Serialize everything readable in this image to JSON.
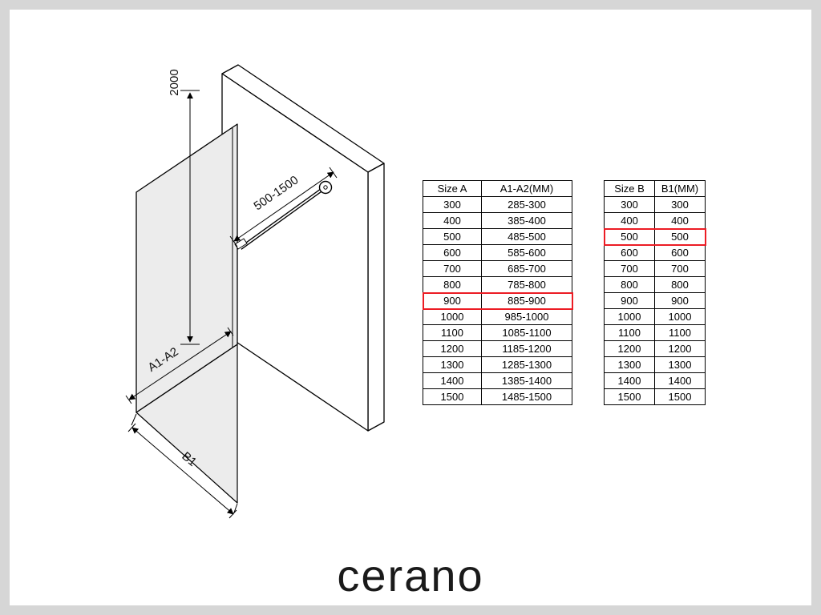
{
  "window": {
    "background": "#d6d6d6",
    "surface": "#ffffff"
  },
  "brand": {
    "logo_text": "cerano"
  },
  "diagram": {
    "labels": {
      "height": "2000",
      "bar_length_range": "500-1500",
      "glass_width": "A1-A2",
      "entry_width": "B1"
    },
    "colors": {
      "glass_fill": "#ececec",
      "wall_fill": "#ffffff",
      "line": "#000000"
    }
  },
  "tables": [
    {
      "headers": [
        "Size  A",
        "A1-A2(MM)"
      ],
      "rows": [
        [
          "300",
          "285-300"
        ],
        [
          "400",
          "385-400"
        ],
        [
          "500",
          "485-500"
        ],
        [
          "600",
          "585-600"
        ],
        [
          "700",
          "685-700"
        ],
        [
          "800",
          "785-800"
        ],
        [
          "900",
          "885-900"
        ],
        [
          "1000",
          "985-1000"
        ],
        [
          "1100",
          "1085-1100"
        ],
        [
          "1200",
          "1185-1200"
        ],
        [
          "1300",
          "1285-1300"
        ],
        [
          "1400",
          "1385-1400"
        ],
        [
          "1500",
          "1485-1500"
        ]
      ],
      "highlight_row": 6,
      "highlight_color": "#ec1c24"
    },
    {
      "headers": [
        "Size B",
        "B1(MM)"
      ],
      "rows": [
        [
          "300",
          "300"
        ],
        [
          "400",
          "400"
        ],
        [
          "500",
          "500"
        ],
        [
          "600",
          "600"
        ],
        [
          "700",
          "700"
        ],
        [
          "800",
          "800"
        ],
        [
          "900",
          "900"
        ],
        [
          "1000",
          "1000"
        ],
        [
          "1100",
          "1100"
        ],
        [
          "1200",
          "1200"
        ],
        [
          "1300",
          "1300"
        ],
        [
          "1400",
          "1400"
        ],
        [
          "1500",
          "1500"
        ]
      ],
      "highlight_row": 2,
      "highlight_color": "#ec1c24"
    }
  ]
}
